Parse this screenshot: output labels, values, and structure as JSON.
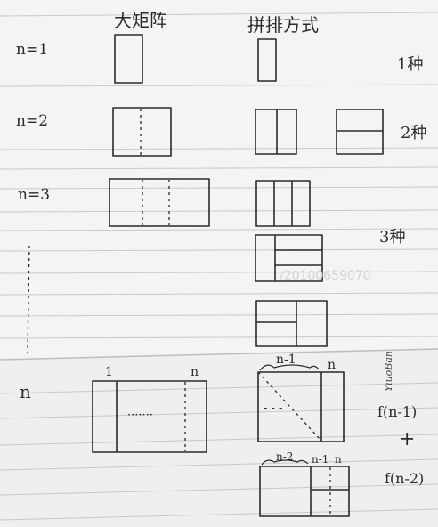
{
  "headers": {
    "big_matrix": "大矩阵",
    "tiling": "拼排方式"
  },
  "rows": [
    {
      "n_label": "n=1",
      "count": "1种"
    },
    {
      "n_label": "n=2",
      "count": "2种"
    },
    {
      "n_label": "n=3",
      "count": "3种"
    }
  ],
  "general": {
    "n_label": "n",
    "big_left_mark": "1",
    "big_right_mark": "n",
    "dots": "·······",
    "case1_left_mark": "n-1",
    "case1_right_mark": "n",
    "case1_dots": "- - -",
    "case2_left_mark": "n-2",
    "case2_mid_mark": "n-1",
    "case2_right_mark": "n",
    "term1": "f(n-1)",
    "plus": "+",
    "term2": "f(n-2)"
  },
  "signature": "YiuoBan",
  "watermark": "/20100659070",
  "colors": {
    "paper": "#f3f3f1",
    "ink": "#2a2a2a",
    "rule": "#c9c9cf"
  }
}
